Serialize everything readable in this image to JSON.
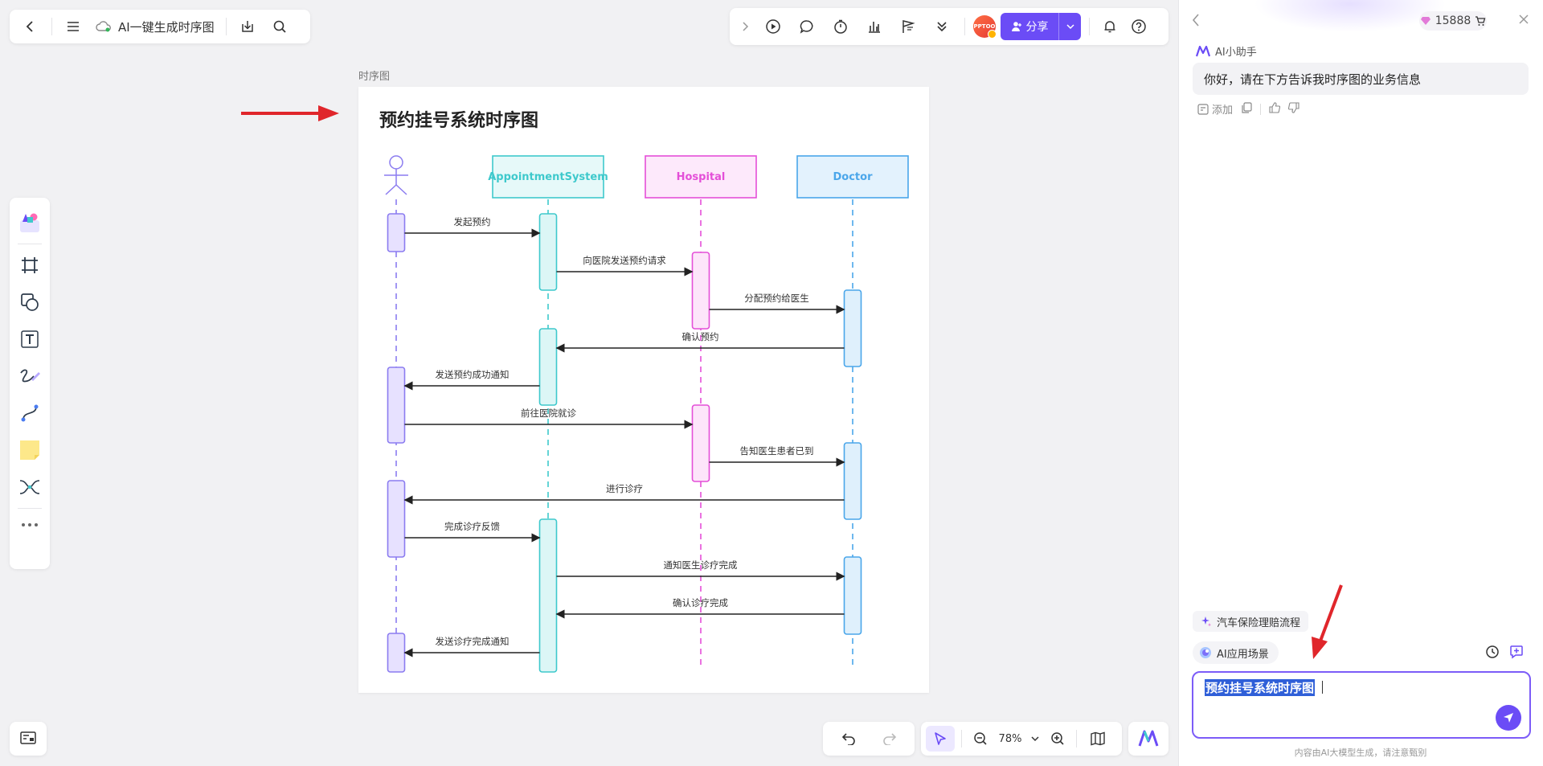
{
  "app": {
    "doc_title": "AI一键生成时序图"
  },
  "toolbar_right": {
    "avatar_text": "PPTOO",
    "share_label": "分享"
  },
  "zoom": {
    "value": "78%"
  },
  "frame": {
    "label": "时序图"
  },
  "diagram": {
    "title": "预约挂号系统时序图",
    "participants": [
      "AppointmentSystem",
      "Hospital",
      "Doctor"
    ],
    "messages": [
      "发起预约",
      "向医院发送预约请求",
      "分配预约给医生",
      "确认预约",
      "发送预约成功通知",
      "前往医院就诊",
      "告知医生患者已到",
      "进行诊疗",
      "完成诊疗反馈",
      "通知医生诊疗完成",
      "确认诊疗完成",
      "发送诊疗完成通知"
    ],
    "colors": {
      "user": "#8b7cf0",
      "appointment": "#3ec9cc",
      "hospital": "#e44fd8",
      "doctor": "#4aa6ea"
    }
  },
  "panel": {
    "credits": "15888",
    "assistant_name": "AI小助手",
    "greeting": "你好，请在下方告诉我时序图的业务信息",
    "add_label": "添加",
    "suggestion": "汽车保险理赔流程",
    "scene_label": "AI应用场景",
    "input_value": "预约挂号系统时序图",
    "disclaimer": "内容由AI大模型生成，请注意甄别"
  },
  "accent_color": "#6b4cf6"
}
